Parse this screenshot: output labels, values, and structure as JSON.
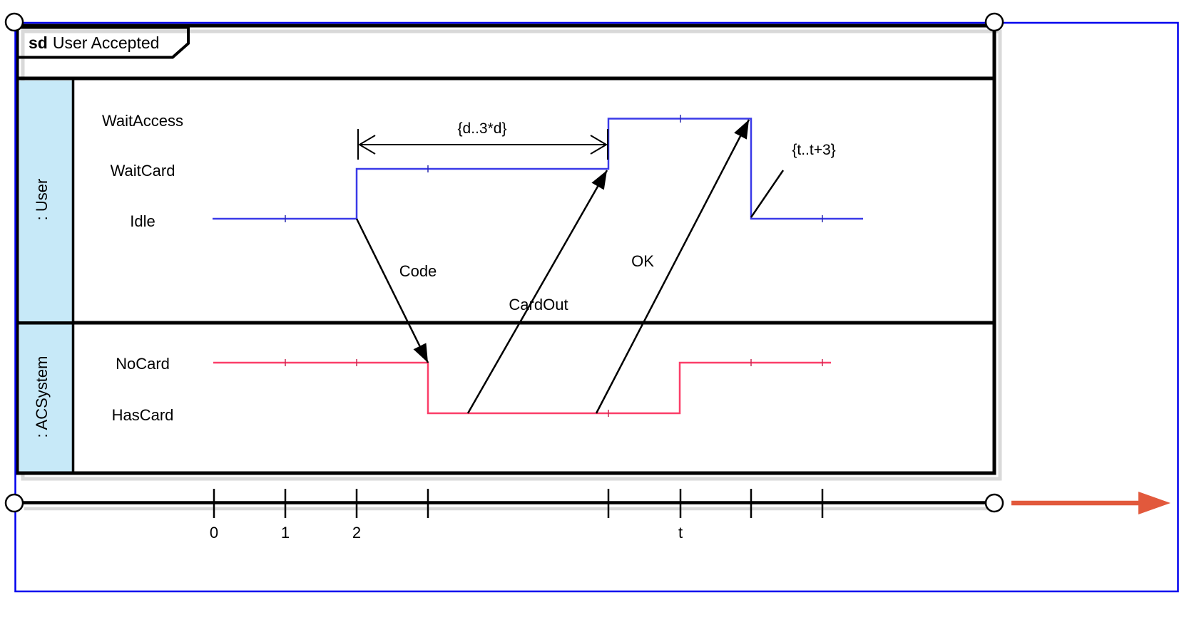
{
  "frame": {
    "keyword": "sd",
    "name": "User Accepted"
  },
  "lifelines": [
    {
      "label": ": User",
      "states": [
        "WaitAccess",
        "WaitCard",
        "Idle"
      ]
    },
    {
      "label": ": ACSystem",
      "states": [
        "NoCard",
        "HasCard"
      ]
    }
  ],
  "messages": [
    {
      "label": "Code"
    },
    {
      "label": "CardOut"
    },
    {
      "label": "OK"
    }
  ],
  "constraints": [
    {
      "label": "{d..3*d}"
    },
    {
      "label": "{t..t+3}"
    }
  ],
  "axis": {
    "tick_labels": [
      "0",
      "1",
      "2",
      "t"
    ]
  },
  "colors": {
    "user_timeline": "#3A3AE8",
    "acsystem_timeline": "#FB3E69",
    "lifeline_header_fill": "#C7E9F8",
    "selection_outline": "#0000EE",
    "extend_arrow": "#E2593C",
    "frame_shadow": "#D9D9D9"
  }
}
